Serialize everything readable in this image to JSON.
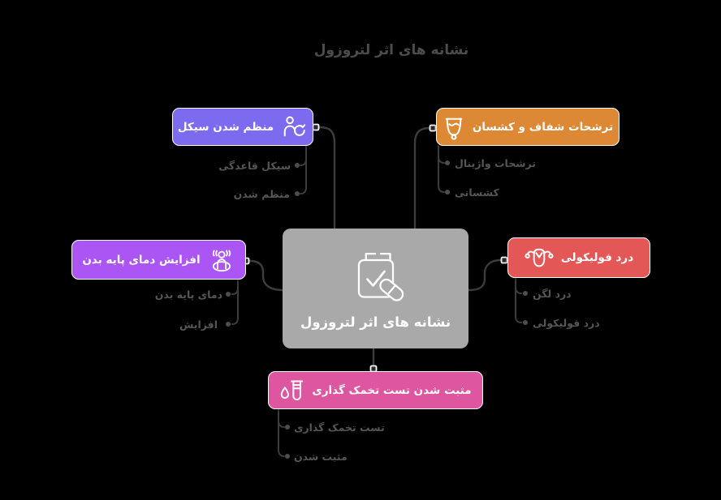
{
  "title": "نشانه های اثر لتروزول",
  "center": {
    "label": "نشانه های اثر لتروزول",
    "icon": "clipboard-check-pill-icon",
    "color": "#A9A9A9"
  },
  "branches": [
    {
      "id": "cycle-regulation",
      "label": "منظم شدن سیکل",
      "icon": "person-cycle-icon",
      "color": "#7C6AEF",
      "children": [
        "سیکل قاعدگی",
        "منظم شدن"
      ]
    },
    {
      "id": "clear-stretchy-discharge",
      "label": "ترشحات شفاف و کشسان",
      "icon": "menstrual-cup-icon",
      "color": "#DD8834",
      "children": [
        "ترشحات واژینال",
        "کشسانی"
      ]
    },
    {
      "id": "basal-temperature-rise",
      "label": "افزایش دمای پایه بدن",
      "icon": "body-temperature-icon",
      "color": "#AB55F5",
      "children": [
        "دمای پایه بدن",
        "افزایش"
      ]
    },
    {
      "id": "follicular-pain",
      "label": "درد فولیکولی",
      "icon": "uterus-icon",
      "color": "#E45757",
      "children": [
        "درد لگن",
        "درد فولیکولی"
      ]
    },
    {
      "id": "positive-ovulation-test",
      "label": "مثبت شدن تست تخمک گذاری",
      "icon": "test-tube-drop-icon",
      "color": "#DE55A0",
      "children": [
        "تست تخمک گذاری",
        "مثبت شدن"
      ]
    }
  ],
  "colors": {
    "background": "#000000",
    "connector": "#3c3c3c",
    "bullet": "#4e4e4e",
    "subitem_text": "#565656",
    "title_text": "#4c4c4c",
    "node_text": "#ffffff",
    "node_port_fill": "#2b2b2b",
    "node_port_border": "#ffffff"
  }
}
